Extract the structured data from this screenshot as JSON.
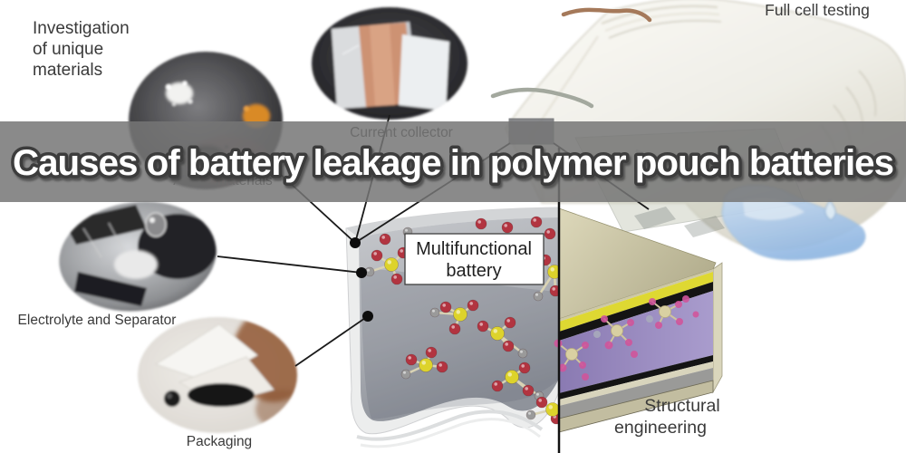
{
  "title": "Causes of battery leakage in polymer pouch batteries",
  "labels": {
    "investigation": {
      "line1": "Investigation",
      "line2": "of unique",
      "line3": "materials"
    },
    "active_materials": "Active materials",
    "current_collector": "Current collector",
    "electrolyte_separator": "Electrolyte and Separator",
    "packaging": "Packaging",
    "full_cell_testing": "Full cell testing",
    "multifunctional_battery": {
      "line1": "Multifunctional",
      "line2": "battery"
    },
    "structural_engineering": {
      "line1": "Structural",
      "line2": "engineering"
    }
  },
  "colors": {
    "band_overlay": "rgba(118,118,118,0.85)",
    "title_fill": "#ffffff",
    "title_outline": "#3c3c3c",
    "label_text": "#3a3a3a",
    "leader_line": "#1a1a1a",
    "molecule_red": "#b23440",
    "molecule_yellow": "#ddd32b",
    "molecule_gray": "#9a9a9a",
    "molecule_bond": "#d9d3b4",
    "battery_gray": "#b3b6ba",
    "yellow_layer": "#ded832",
    "purple_layer": "#9181ba",
    "structural_molecule_pink": "#d0559b",
    "structural_molecule_cream": "#d9d0a2",
    "pouch_body": "#f3f1ea",
    "water_blue": "#aecbe9",
    "zoom_region": "#63656a"
  }
}
